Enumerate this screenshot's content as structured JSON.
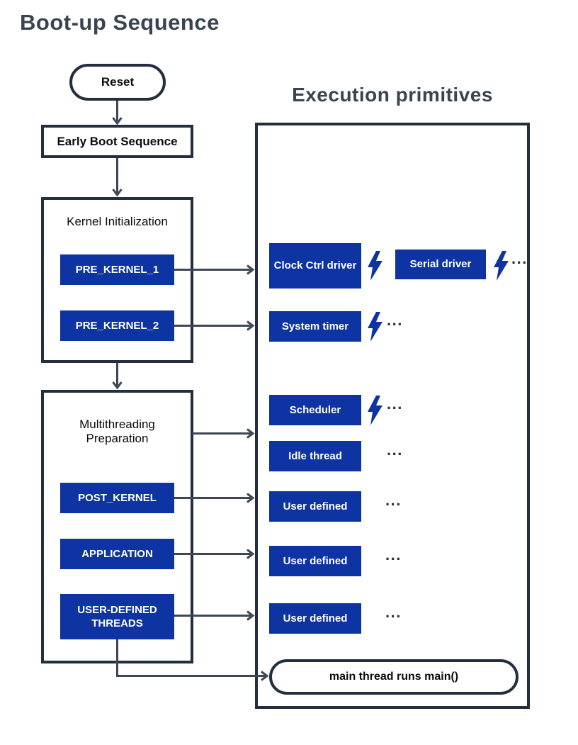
{
  "page_title": "Boot-up Sequence",
  "flow": {
    "reset_label": "Reset",
    "early_boot_label": "Early Boot Sequence",
    "kernel_box_label": "Kernel Initialization",
    "pre_kernel_1": "PRE_KERNEL_1",
    "pre_kernel_2": "PRE_KERNEL_2",
    "multithreading_label_line1": "Multithreading",
    "multithreading_label_line2": "Preparation",
    "post_kernel": "POST_KERNEL",
    "application": "APPLICATION",
    "user_defined_threads": "USER-DEFINED THREADS"
  },
  "execution": {
    "title": "Execution primitives",
    "clock_ctrl_driver": "Clock Ctrl driver",
    "serial_driver": "Serial driver",
    "system_timer": "System timer",
    "scheduler": "Scheduler",
    "idle_thread": "Idle thread",
    "user_defined_1": "User defined",
    "user_defined_2": "User defined",
    "user_defined_3": "User defined",
    "main_thread_oval": "main thread runs main()",
    "ellipsis": "..."
  },
  "icons": {
    "lightning_bolt": "lightning-bolt-icon"
  },
  "colors": {
    "accent_blue": "#0E33A3",
    "outline_dark": "#232E3E",
    "arrow_gray": "#3E4854",
    "title_gray": "#3A4450"
  }
}
